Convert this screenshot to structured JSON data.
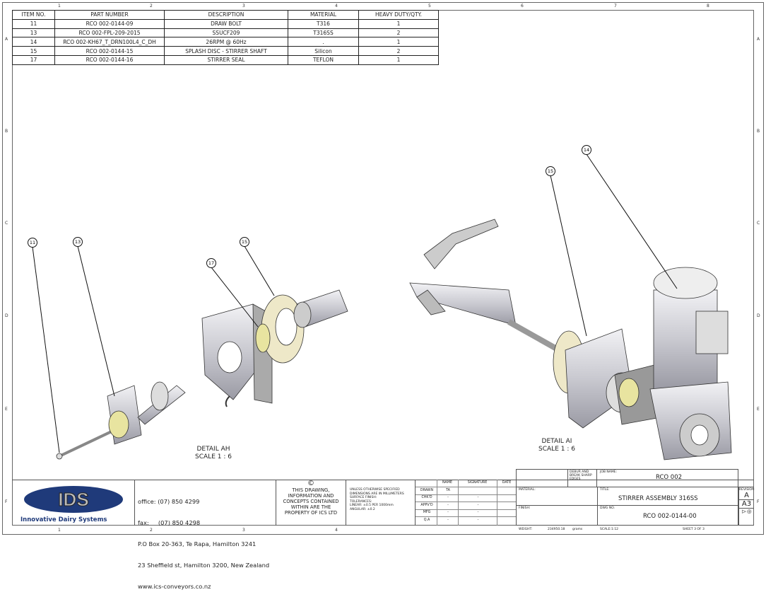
{
  "zones": {
    "columns": [
      "1",
      "2",
      "3",
      "4",
      "5",
      "6",
      "7",
      "8"
    ],
    "rows": [
      "A",
      "B",
      "C",
      "D",
      "E",
      "F"
    ]
  },
  "bom": {
    "headers": [
      "ITEM NO.",
      "PART NUMBER",
      "DESCRIPTION",
      "MATERIAL",
      "HEAVY DUTY/QTY."
    ],
    "rows": [
      [
        "11",
        "RCO 002-0144-09",
        "DRAW BOLT",
        "T316",
        "1"
      ],
      [
        "13",
        "RCO 002-FPL-209-2015",
        "SSUCF209",
        "T316SS",
        "2"
      ],
      [
        "14",
        "RCO 002-KH67_T_DRN100L4_C_DH",
        "26RPM @ 60Hz",
        ".",
        "1"
      ],
      [
        "15",
        "RCO 002-0144-15",
        "SPLASH DISC -  STIRRER SHAFT",
        "Silicon",
        "2"
      ],
      [
        "17",
        "RCO 002-0144-16",
        "STIRRER SEAL",
        "TEFLON",
        "1"
      ]
    ]
  },
  "balloons": [
    "11",
    "13",
    "17",
    "15",
    "15",
    "14"
  ],
  "details": [
    {
      "title": "DETAIL AH",
      "scale": "SCALE 1 : 6"
    },
    {
      "title": "DETAIL AI",
      "scale": "SCALE 1 : 6"
    }
  ],
  "title_block": {
    "logo_text": "IDS",
    "company": "Innovative Dairy Systems",
    "contact": [
      "office: (07) 850 4299",
      "fax:     (07) 850 4298",
      "P.O Box 20-363, Te Rapa, Hamilton 3241",
      "23 Sheffield st, Hamilton 3200, New Zealand",
      "www.ics-conveyors.co.nz"
    ],
    "copyright_symbol": "©",
    "copyright": "THIS DRAWING, INFORMATION AND CONCEPTS CONTAINED WITHIN ARE THE PROPERTY OF ICS LTD",
    "tolerances": [
      "UNLESS OTHERWISE SPECIFIED",
      "DIMENSIONS ARE IN MILLIMETERS",
      "SURFACE FINISH:",
      "TOLERANCES:",
      "LINEAR: ±0.5  PER 1000mm",
      "ANGULAR: ±0.2"
    ],
    "sig_headers": [
      "NAME",
      "SIGNATURE",
      "DATE"
    ],
    "sig_rows": [
      [
        "DRAWN",
        "TA",
        ""
      ],
      [
        "CHK'D",
        "-",
        "-"
      ],
      [
        "APPV'D",
        "-",
        "-"
      ],
      [
        "MFG",
        "-",
        "-"
      ],
      [
        "Q.A",
        "-",
        "-"
      ]
    ],
    "deburr": "DEBUR AND BREAK SHARP EDGES",
    "job_name_label": "JOB NAME:",
    "job_name": "RCO 002",
    "material_label": "MATERIAL:",
    "finish_label": "FINISH:",
    "title_label": "TITLE:",
    "title": "STIRRER ASSEMBLY 316SS",
    "dwg_label": "DWG NO.",
    "dwg_no": "RCO 002-0144-00",
    "revision_label": "REVISION",
    "revision": "A",
    "size": "A3",
    "weight_label": "WEIGHT:",
    "weight": "234950.18",
    "weight_unit": "grams",
    "scale": "SCALE:1:12",
    "sheet": "SHEET 3 OF 3"
  }
}
